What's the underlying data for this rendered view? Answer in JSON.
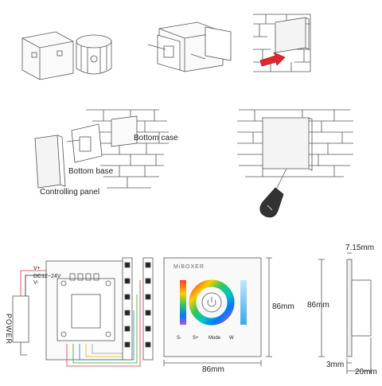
{
  "labels": {
    "bottom_case": "Bottom case",
    "bottom_base": "Bottom base",
    "controlling_panel": "Controlling panel",
    "power": "POWER",
    "dc": "DC12~24V",
    "v_plus": "V+",
    "v_minus": "V-",
    "brand": "MiBOXER",
    "btn_s_minus": "S-",
    "btn_s_plus": "S+",
    "btn_mode": "Mode",
    "btn_w": "W",
    "dim_width": "86mm",
    "dim_height": "86mm",
    "dim_side_height": "86mm",
    "dim_thickness": "7.15mm",
    "dim_depth": "20mm",
    "dim_gap": "3mm"
  },
  "colors": {
    "line": "#555555",
    "brick": "#777777",
    "arrow": "#e1262c",
    "panel": "#f4f4f4",
    "handle": "#333333"
  },
  "icons": [
    "screwdriver-icon",
    "power-button-icon",
    "arrow-icon"
  ]
}
